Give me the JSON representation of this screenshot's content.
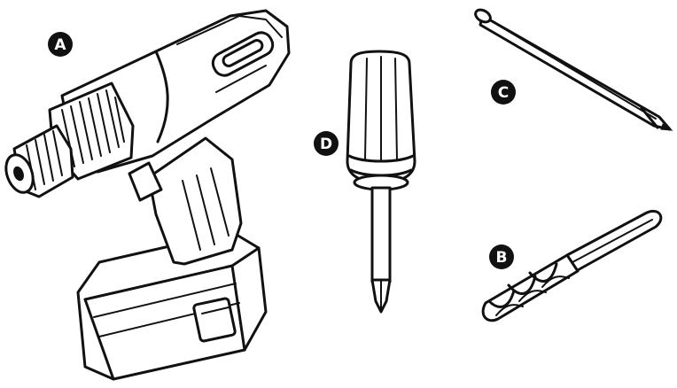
{
  "labels": {
    "drill": "A",
    "drill_bit": "B",
    "pencil": "C",
    "screwdriver": "D"
  },
  "colors": {
    "ink": "#111111",
    "paper": "#ffffff"
  }
}
